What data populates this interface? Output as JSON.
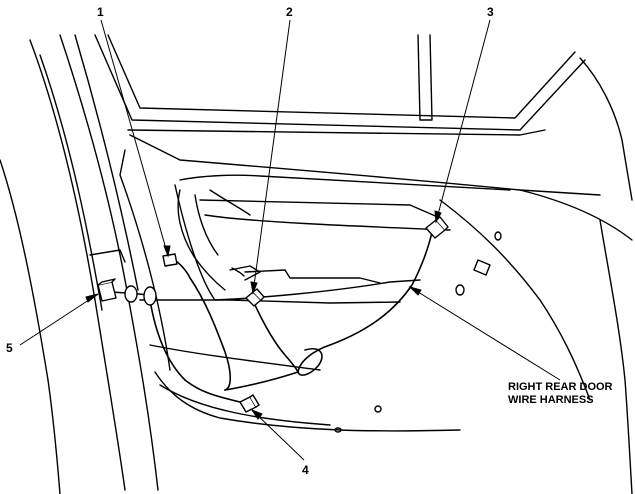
{
  "callouts": [
    {
      "id": "1"
    },
    {
      "id": "2"
    },
    {
      "id": "3"
    },
    {
      "id": "4"
    },
    {
      "id": "5"
    }
  ],
  "harness_label": {
    "line1": "RIGHT REAR DOOR",
    "line2": "WIRE HARNESS"
  }
}
